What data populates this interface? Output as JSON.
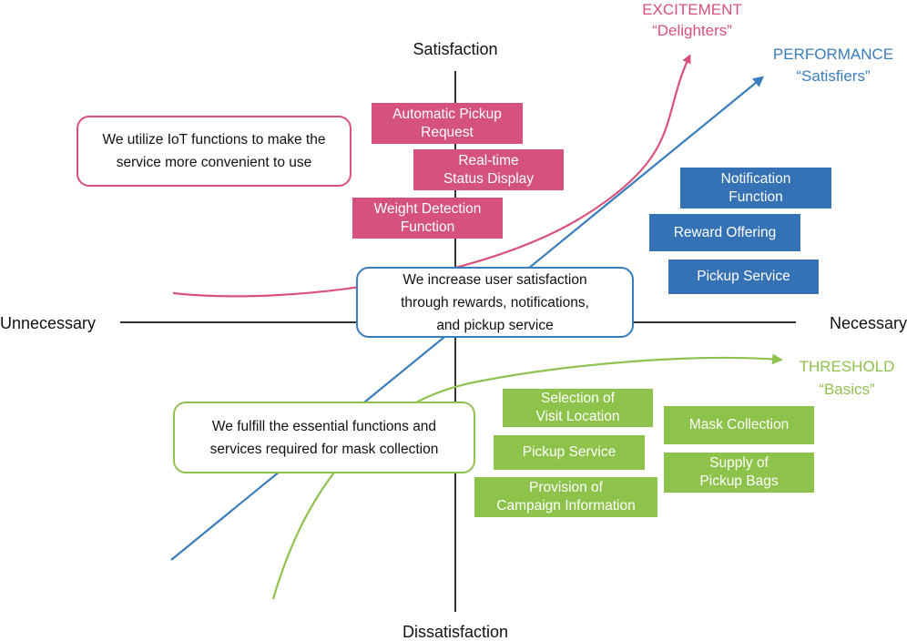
{
  "colors": {
    "excitement": "#d9507d",
    "performance": "#3a7dbd",
    "threshold": "#8fc150",
    "box_excitement": "#d4527b",
    "box_performance": "#3472b5",
    "box_threshold": "#8dc34a",
    "axis": "#333333"
  },
  "axes": {
    "top": "Satisfaction",
    "bottom": "Dissatisfaction",
    "left": "Unnecessary",
    "right": "Necessary"
  },
  "curves": {
    "excitement": {
      "title": "EXCITEMENT",
      "subtitle": "“Delighters”"
    },
    "performance": {
      "title": "PERFORMANCE",
      "subtitle": "“Satisfiers”"
    },
    "threshold": {
      "title": "THRESHOLD",
      "subtitle": "“Basics”"
    }
  },
  "notes": {
    "iot": "We utilize IoT functions to make the\nservice more convenient to use",
    "satisfaction": "We increase user satisfaction\nthrough rewards, notifications,\nand pickup service",
    "essential": "We fulfill the essential functions and\nservices required for mask collection"
  },
  "excitement_boxes": [
    "Automatic Pickup\nRequest",
    "Real-time\nStatus Display",
    "Weight Detection\nFunction"
  ],
  "performance_boxes": [
    "Notification\nFunction",
    "Reward Offering",
    "Pickup Service"
  ],
  "threshold_boxes": [
    "Selection of\nVisit Location",
    "Pickup Service",
    "Provision of\nCampaign Information",
    "Mask Collection",
    "Supply of\nPickup Bags"
  ]
}
